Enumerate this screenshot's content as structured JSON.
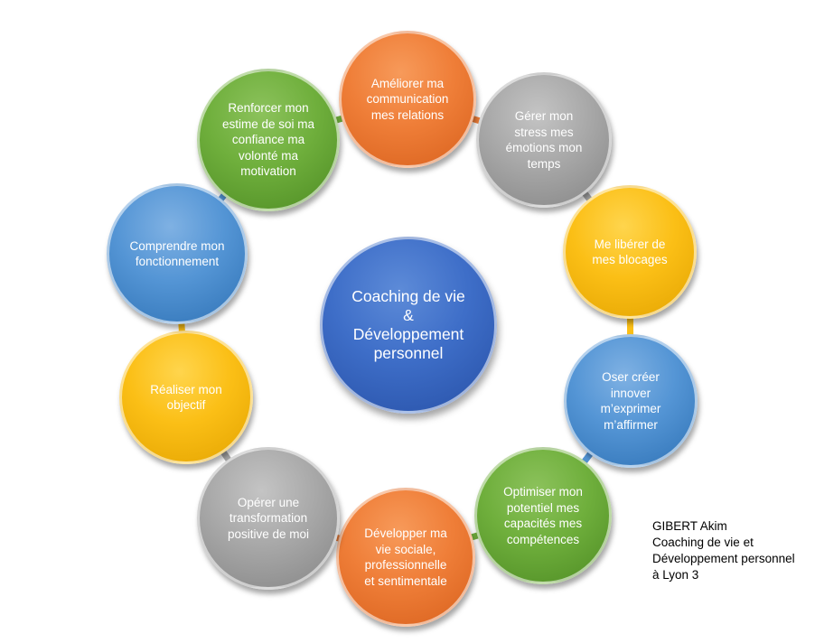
{
  "center": {
    "lines": [
      "Coaching de vie",
      "&",
      "Développement",
      "personnel"
    ],
    "color": "#3e6ec8"
  },
  "nodes": [
    {
      "lines": [
        "Améliorer ma",
        "communication",
        "mes relations"
      ],
      "color": "orange"
    },
    {
      "lines": [
        "Gérer mon",
        "stress mes",
        "émotions mon",
        "temps"
      ],
      "color": "gray"
    },
    {
      "lines": [
        "Me libérer de",
        "mes blocages"
      ],
      "color": "yellow"
    },
    {
      "lines": [
        "Oser créer",
        "innover",
        "m’exprimer",
        "m’affirmer"
      ],
      "color": "blue"
    },
    {
      "lines": [
        "Optimiser mon",
        "potentiel mes",
        "capacités mes",
        "compétences"
      ],
      "color": "green"
    },
    {
      "lines": [
        "Développer  ma",
        "vie sociale,",
        "professionnelle",
        "et sentimentale"
      ],
      "color": "orange"
    },
    {
      "lines": [
        "Opérer une",
        "transformation",
        "positive de moi"
      ],
      "color": "gray"
    },
    {
      "lines": [
        "Réaliser mon",
        "objectif"
      ],
      "color": "yellow"
    },
    {
      "lines": [
        "Comprendre  mon",
        "fonctionnement"
      ],
      "color": "blue"
    },
    {
      "lines": [
        "Renforcer mon",
        "estime de soi ma",
        "confiance ma",
        "volonté ma",
        "motivation"
      ],
      "color": "green"
    }
  ],
  "credits": [
    "GIBERT Akim",
    "Coaching de vie et",
    "Développement  personnel",
    "à Lyon 3"
  ],
  "palette": {
    "orange": "#ef7e38",
    "gray": "#a8a8a8",
    "yellow": "#fbbf16",
    "blue": "#5495d5",
    "green": "#6faf3c"
  }
}
